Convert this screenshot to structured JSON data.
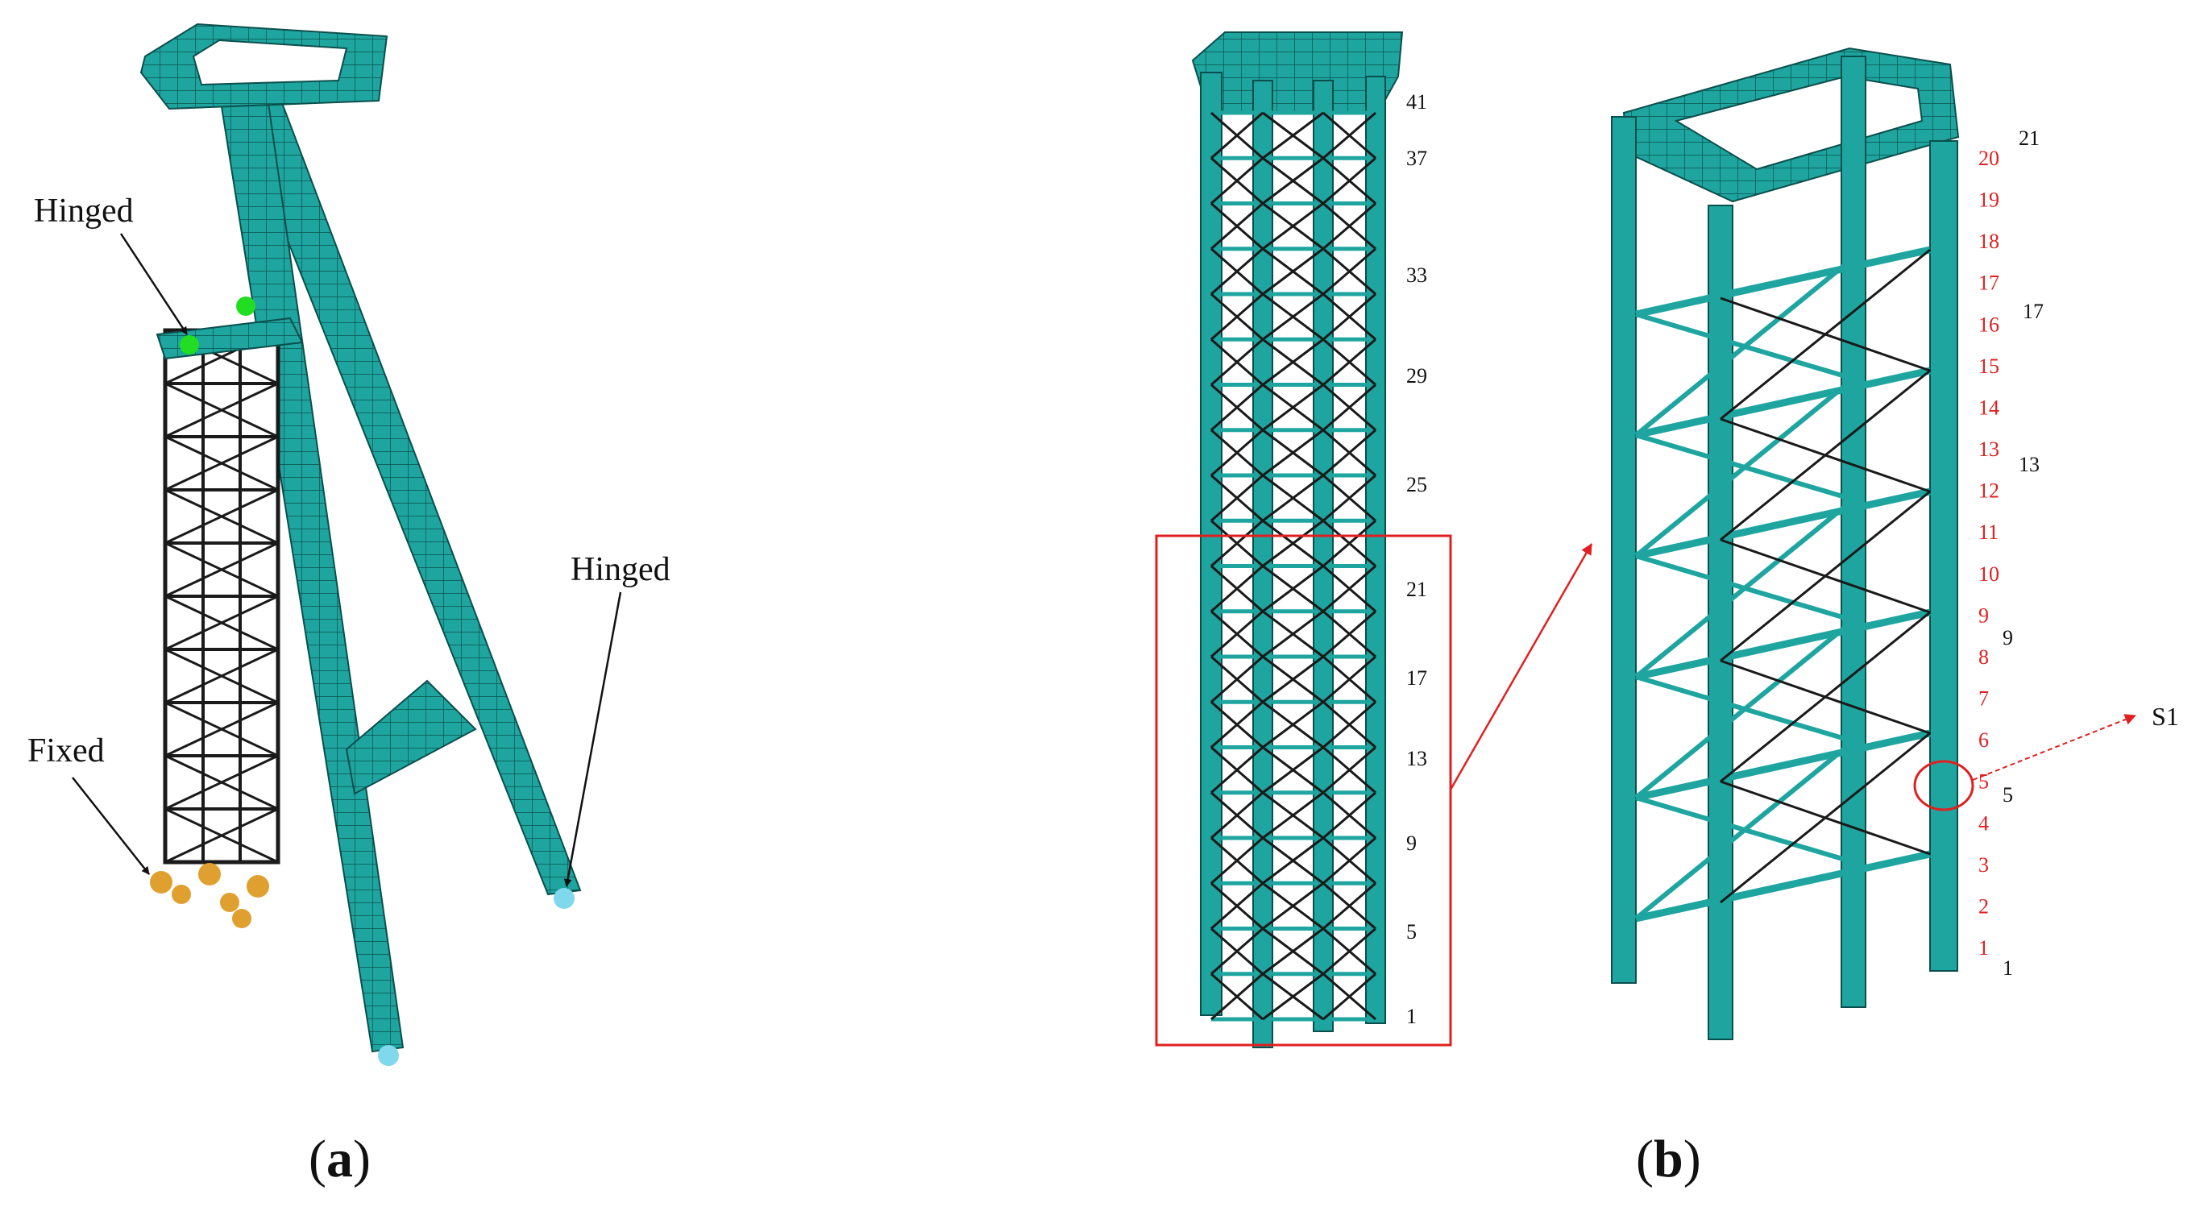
{
  "panel_a": {
    "caption_open": "(",
    "caption_letter": "a",
    "caption_close": ")",
    "labels": {
      "hinged_top": "Hinged",
      "hinged_right": "Hinged",
      "fixed": "Fixed"
    }
  },
  "panel_b": {
    "caption_open": "(",
    "caption_letter": "b",
    "caption_close": ")",
    "full_tower_levels": [
      "41",
      "37",
      "33",
      "29",
      "25",
      "21",
      "17",
      "13",
      "9",
      "5",
      "1"
    ],
    "zoom_levels_black": [
      "21",
      "17",
      "13",
      "9",
      "5",
      "1"
    ],
    "zoom_levels_red": [
      "20",
      "19",
      "18",
      "17",
      "16",
      "15",
      "14",
      "13",
      "12",
      "11",
      "10",
      "9",
      "8",
      "7",
      "6",
      "5",
      "4",
      "3",
      "2",
      "1"
    ],
    "section_label": "S1"
  },
  "colors": {
    "member": "#1fa5a0",
    "member_dark": "#0b4f4c",
    "brace": "#1a1a1a",
    "highlight": "#e02020",
    "hinge_marker": "#22dd22",
    "fixed_marker": "#e0a030",
    "support_marker": "#7fd8ec"
  }
}
